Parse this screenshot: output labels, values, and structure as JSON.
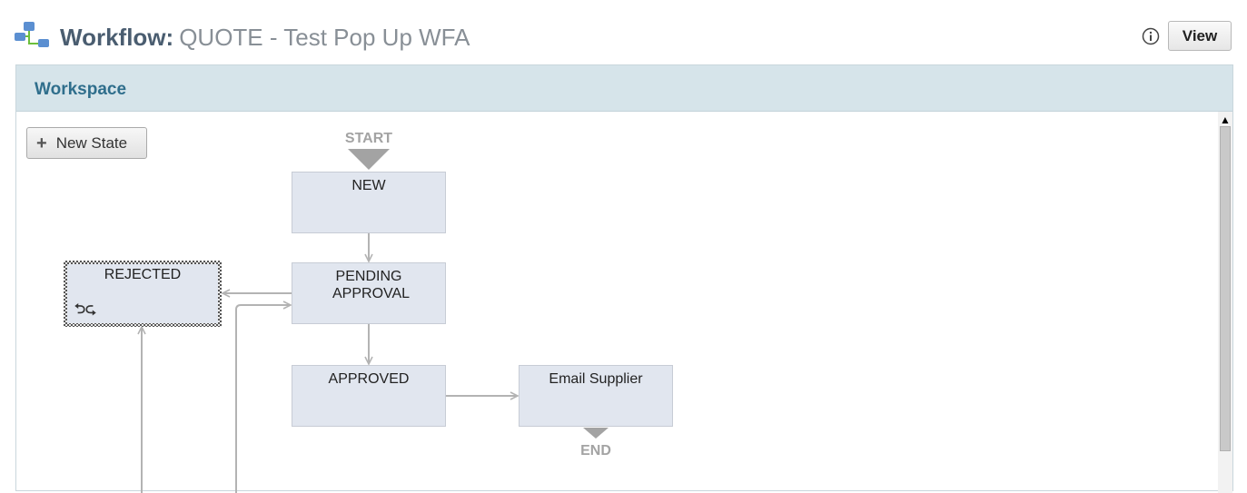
{
  "header": {
    "icon": "workflow-icon",
    "title_label": "Workflow:",
    "title_value": "QUOTE - Test Pop Up WFA",
    "info_icon": "info-icon",
    "view_button": "View"
  },
  "panel": {
    "title": "Workspace"
  },
  "workspace": {
    "new_state_button": "New State",
    "start_label": "START",
    "end_label": "END",
    "states": [
      {
        "label": "NEW"
      },
      {
        "label": "PENDING APPROVAL"
      },
      {
        "label": "REJECTED",
        "selected": true,
        "icon": "loop-icon"
      },
      {
        "label": "APPROVED"
      },
      {
        "label": "Email Supplier"
      }
    ]
  },
  "colors": {
    "title_label": "#4a5d70",
    "title_value": "#888f96",
    "panel_header_bg": "#d6e4ea",
    "panel_title": "#2f6e8c",
    "state_bg": "#e1e6ef",
    "connector": "#b3b3b3"
  }
}
